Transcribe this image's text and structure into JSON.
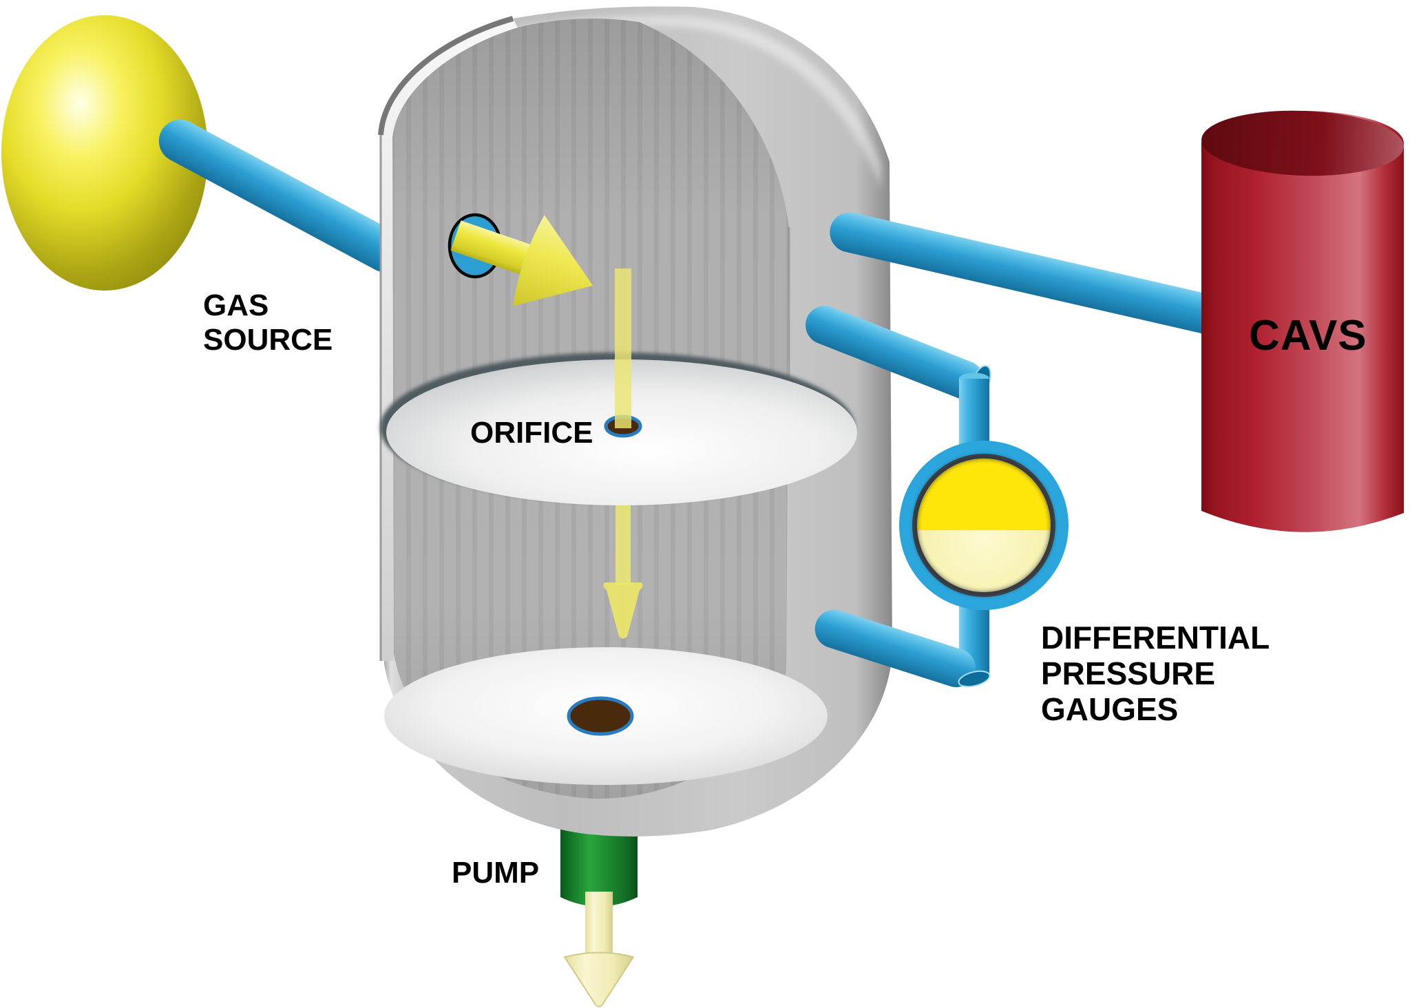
{
  "diagram": {
    "title_visible": false,
    "labels": {
      "gas_source_line1": "GAS",
      "gas_source_line2": "SOURCE",
      "orifice": "ORIFICE",
      "cavs": "CAVS",
      "dpg_line1": "DIFFERENTIAL",
      "dpg_line2": "PRESSURE",
      "dpg_line3": "GAUGES",
      "pump": "PUMP"
    },
    "colors": {
      "background": "#FFFFFF",
      "pipe_blue": "#2D9ED2",
      "pipe_blue_light": "#7FD0EE",
      "pipe_blue_dark": "#16719E",
      "gauge_ring_blue": "#2AA6DD",
      "gauge_yellow_top": "#FFE60A",
      "gauge_yellow_bottom": "#F6F1AE",
      "source_yellow": "#E8E02A",
      "flow_arrow_yellow": "#ECE63C",
      "exhaust_arrow_cream": "#F4F0BD",
      "chamber_gray": "#C2C2C2",
      "interior_gray": "#ACACAC",
      "cavs_red": "#B52433",
      "pump_green": "#1F9434",
      "hole_brown": "#4A2A0C",
      "label_black": "#000000"
    },
    "components": [
      "gas-source-sphere",
      "gas-inlet-pipe",
      "vacuum-chamber-cutaway",
      "chamber-inlet-port",
      "gas-flow-arrow",
      "orifice-plate",
      "orifice-hole",
      "chamber-floor",
      "chamber-exit-hole",
      "cavs-outlet-pipe",
      "cavs-collection-cylinder",
      "gauge-upper-tap-pipe",
      "gauge-lower-tap-pipe",
      "gauge-manifold-tube",
      "differential-pressure-gauge",
      "pump-body",
      "pump-exhaust-arrow"
    ]
  }
}
